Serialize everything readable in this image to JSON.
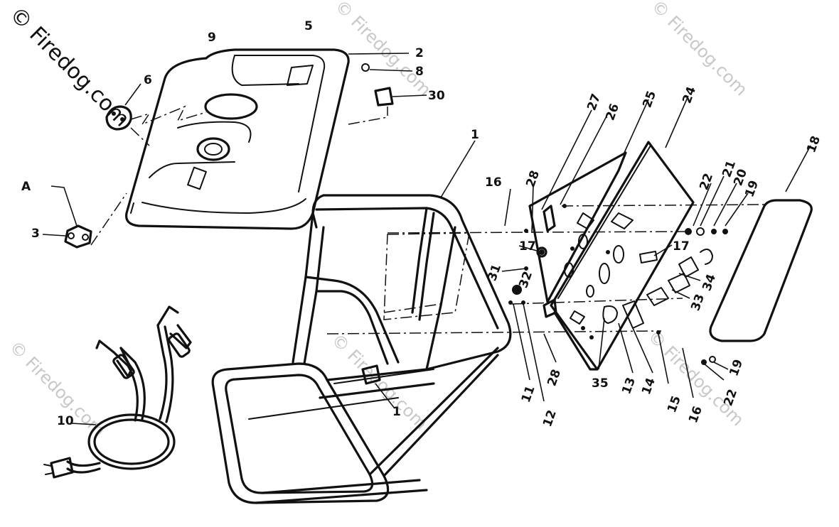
{
  "watermark": {
    "text": "© Firedog.com",
    "text_primary": "© Firedog.com"
  },
  "callouts": {
    "c1a": "1",
    "c1b": "1",
    "c2": "2",
    "c3": "3",
    "c4": "A",
    "c5": "5",
    "c6": "6",
    "c8": "8",
    "c9": "9",
    "c10": "10",
    "c11": "11",
    "c12": "12",
    "c13": "13",
    "c14": "14",
    "c15": "15",
    "c16a": "16",
    "c16b": "16",
    "c17a": "17",
    "c17b": "17",
    "c18": "18",
    "c19a": "19",
    "c19b": "19",
    "c20": "20",
    "c21": "21",
    "c22a": "22",
    "c22b": "22",
    "c24": "24",
    "c25": "25",
    "c26": "26",
    "c27": "27",
    "c28a": "28",
    "c28b": "28",
    "c30": "30",
    "c31": "31",
    "c32": "32",
    "c33": "33",
    "c34": "34",
    "c35": "35"
  }
}
